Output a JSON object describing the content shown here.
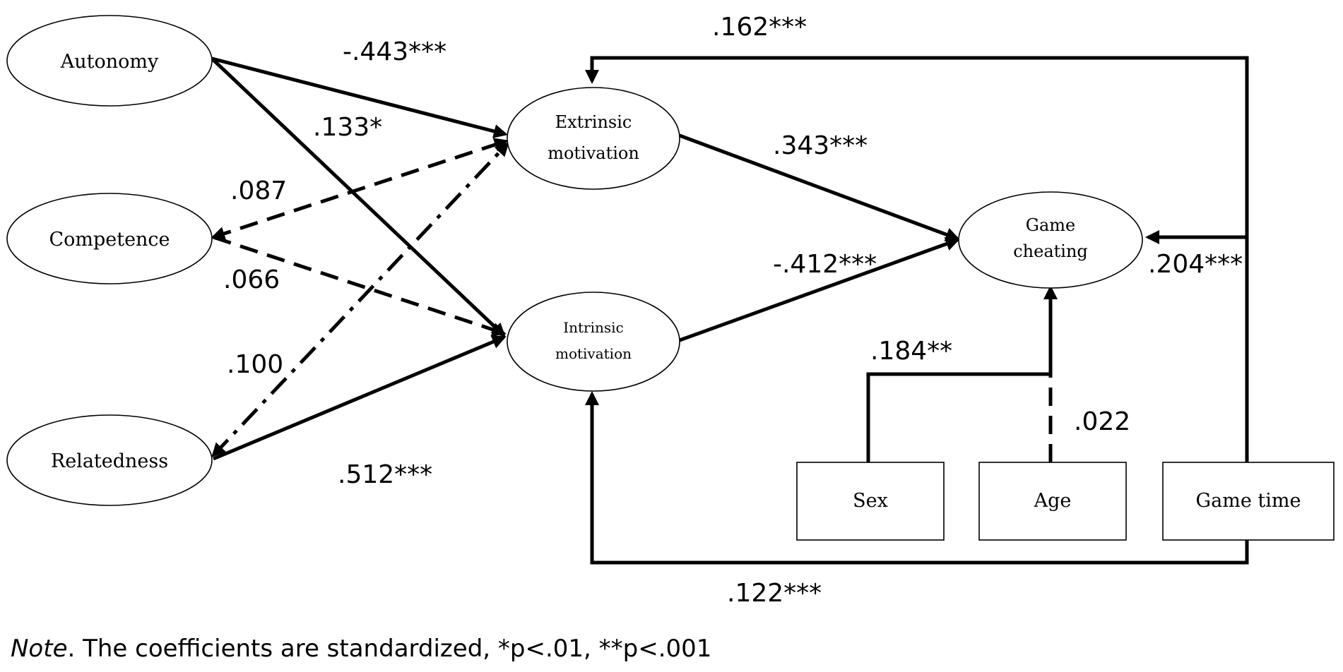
{
  "nodes": {
    "autonomy": "Autonomy",
    "competence": "Competence",
    "relatedness": "Relatedness",
    "extrinsic_line1": "Extrinsic",
    "extrinsic_line2": "motivation",
    "intrinsic_line1": "Intrinsic",
    "intrinsic_line2": "motivation",
    "cheating_line1": "Game",
    "cheating_line2": "cheating",
    "sex": "Sex",
    "age": "Age",
    "game_time": "Game time"
  },
  "coefficients": {
    "autonomy_extrinsic": "-.443***",
    "autonomy_intrinsic": ".133*",
    "competence_extrinsic": ".087",
    "competence_intrinsic": ".066",
    "relatedness_extrinsic": ".100",
    "relatedness_intrinsic": ".512***",
    "extrinsic_cheating": ".343***",
    "intrinsic_cheating": "-.412***",
    "gametime_extrinsic": ".162***",
    "gametime_cheating": ".204***",
    "gametime_intrinsic": ".122***",
    "sex_cheating": ".184**",
    "age_cheating": ".022"
  },
  "note": {
    "label": "Note",
    "text": ". The coefficients are standardized,  *p<.01, **p<.001"
  }
}
